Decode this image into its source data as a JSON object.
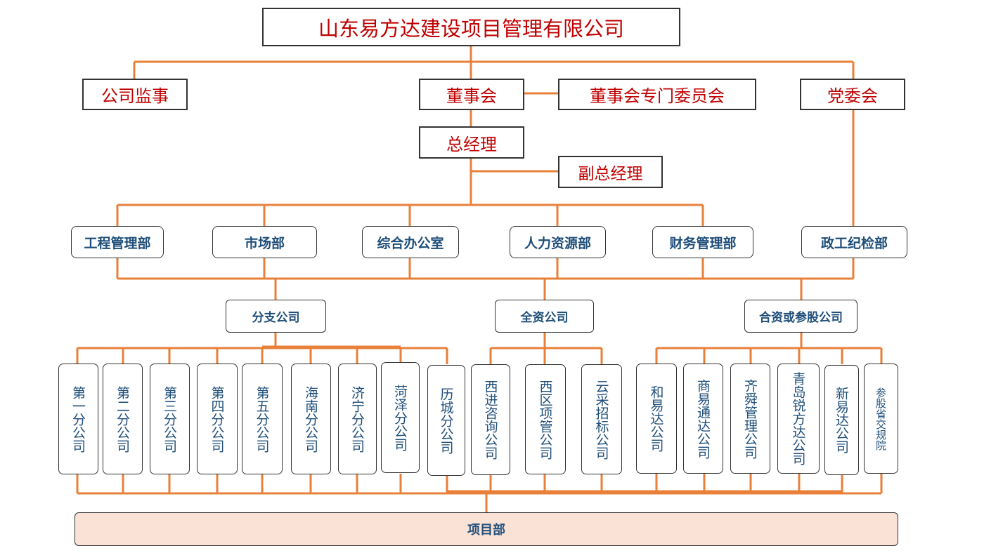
{
  "company": "山东易方达建设项目管理有限公司",
  "supervisor": "公司监事",
  "board": "董事会",
  "board_committee": "董事会专门委员会",
  "party_committee": "党委会",
  "general_manager": "总经理",
  "deputy_gm": "副总经理",
  "departments": [
    "工程管理部",
    "市场部",
    "综合办公室",
    "人力资源部",
    "财务管理部",
    "政工纪检部"
  ],
  "company_types": [
    "分支公司",
    "全资公司",
    "合资或参股公司"
  ],
  "branches": [
    "第一分公司",
    "第二分公司",
    "第三分公司",
    "第四分公司",
    "第五分公司",
    "海南分公司",
    "济宁分公司",
    "菏泽分公司",
    "历城分公司"
  ],
  "wholly_owned": [
    "西进咨询公司",
    "西区项管公司",
    "云采招标公司"
  ],
  "joint_ventures": [
    "和易达公司",
    "商易通达公司",
    "齐舜管理公司",
    "青岛锐方达公司",
    "新易达公司",
    "参股省交规院"
  ],
  "project_dept": "项目部",
  "colors": {
    "connector": "#e8803a",
    "exec_text": "#c00000",
    "dept_text": "#1f4e79",
    "project_fill": "#fbe2d6"
  }
}
